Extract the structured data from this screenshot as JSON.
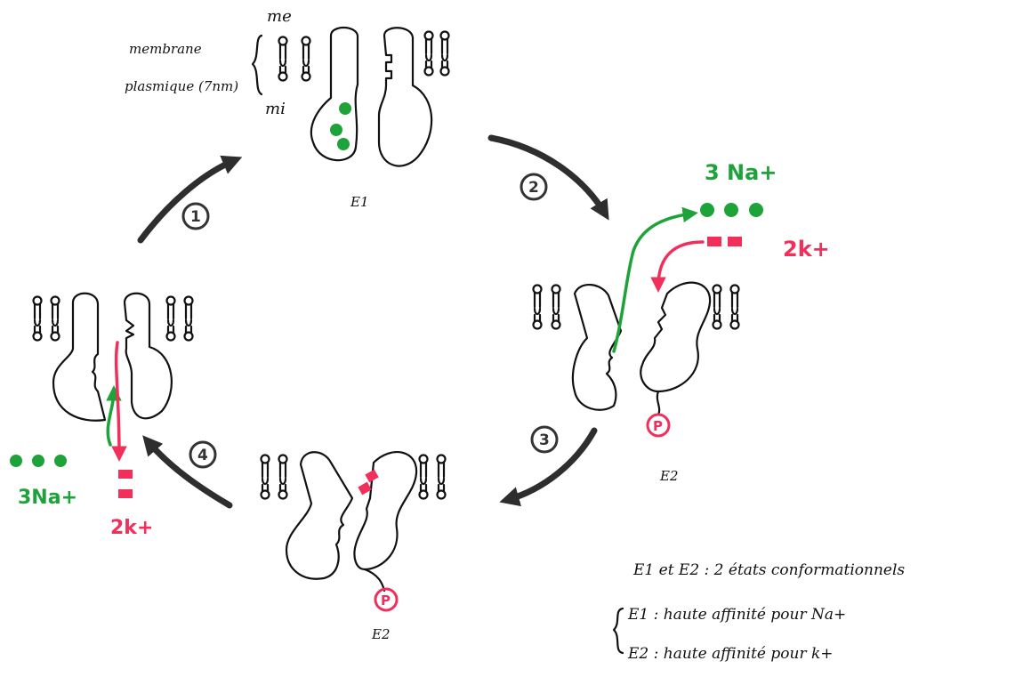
{
  "membrane": {
    "outer_label": "me",
    "inner_label": "mi",
    "label_line1": "membrane",
    "label_line2": "plasmique (7nm)"
  },
  "states": [
    {
      "id": "top",
      "label": "E1"
    },
    {
      "id": "right",
      "label": "E2"
    },
    {
      "id": "bottom",
      "label": "E2"
    },
    {
      "id": "left",
      "label": ""
    }
  ],
  "steps": [
    "1",
    "2",
    "3",
    "4"
  ],
  "ions": {
    "right_na": "3 Na+",
    "right_k": "2k+",
    "left_na": "3Na+",
    "left_k": "2k+"
  },
  "phosphate_symbol": "P",
  "legend": {
    "line1": "E1 et E2 : 2 états conformationnels",
    "line2": "E1 : haute affinité pour Na+",
    "line3": "E2 : haute affinité pour k+"
  },
  "colors": {
    "sodium": "#1ea33a",
    "potassium": "#f0305a",
    "ink": "#111111",
    "arrow": "#2e2e2e"
  }
}
